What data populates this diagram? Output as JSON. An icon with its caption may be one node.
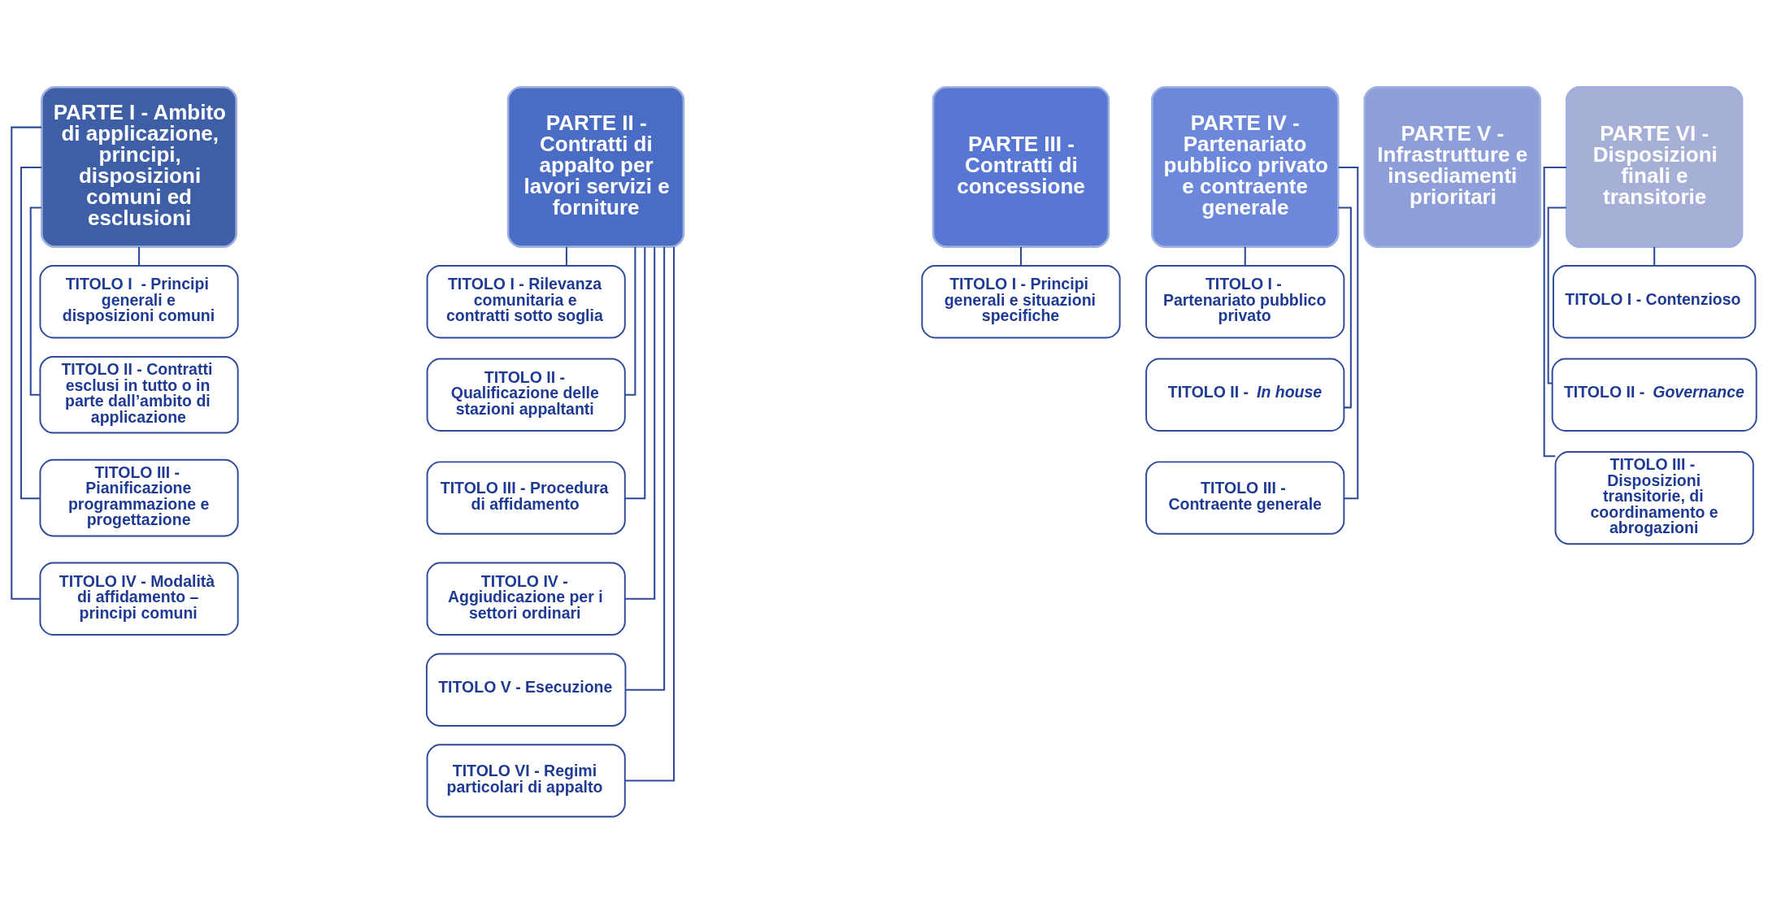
{
  "diagram": {
    "nodes": [
      {
        "text": [
          "PARTE I - Ambito di applicazione, principi, disposizioni comuni ed esclusioni"
        ]
      },
      {
        "text": [
          "TITOLO I  - Principi generali e disposizioni comuni"
        ]
      },
      {
        "text": [
          "TITOLO II - Contratti esclusi in tutto o in parte dall’ambito di applicazione"
        ]
      },
      {
        "text": [
          "TITOLO III - Pianificazione programmazione e progettazione"
        ]
      },
      {
        "text": [
          "TITOLO IV - Modalità di affidamento – principi comuni"
        ]
      },
      {
        "text": [
          "PARTE II - Contratti di appalto per lavori servizi e forniture"
        ]
      },
      {
        "text": [
          "TITOLO I - Rilevanza comunitaria e contratti sotto soglia"
        ]
      },
      {
        "text": [
          "TITOLO II - Qualificazione delle stazioni appaltanti"
        ]
      },
      {
        "text": [
          "TITOLO III - Procedura di affidamento"
        ]
      },
      {
        "text": [
          "TITOLO IV - Aggiudicazione per i settori ordinari"
        ]
      },
      {
        "text": [
          "TITOLO V - Esecuzione"
        ]
      },
      {
        "text": [
          "TITOLO VI - Regimi particolari di appalto"
        ]
      },
      {
        "text": [
          "PARTE III - Contratti di concessione"
        ]
      },
      {
        "text": [
          "TITOLO I - Principi generali e situazioni specifiche"
        ]
      },
      {
        "text": [
          "PARTE IV - Partenariato pubblico privato e contraente generale"
        ]
      },
      {
        "text": [
          "TITOLO I - Partenariato pubblico privato"
        ]
      },
      {
        "text": [
          "TITOLO II - *In house*"
        ]
      },
      {
        "text": [
          "TITOLO III - Contraente generale"
        ]
      },
      {
        "text": [
          "PARTE V - Infrastrutture e insediamenti prioritari"
        ]
      },
      {
        "text": [
          "PARTE VI - Disposizioni finali e transitorie"
        ]
      },
      {
        "text": [
          "TITOLO I - Contenzioso"
        ]
      },
      {
        "text": [
          "TITOLO II - *Governance*"
        ]
      },
      {
        "text": [
          "TITOLO III - Disposizioni transitorie, di coordinamento e abrogazioni"
        ]
      }
    ],
    "edges": [
      {
        "from": 0,
        "to": 1,
        "arrow": "none"
      },
      {
        "from": 0,
        "to": 2,
        "arrow": "none"
      },
      {
        "from": 0,
        "to": 3,
        "arrow": "none"
      },
      {
        "from": 0,
        "to": 4,
        "arrow": "none"
      },
      {
        "from": 5,
        "to": 6,
        "arrow": "none"
      },
      {
        "from": 5,
        "to": 7,
        "arrow": "none"
      },
      {
        "from": 5,
        "to": 8,
        "arrow": "none"
      },
      {
        "from": 5,
        "to": 9,
        "arrow": "none"
      },
      {
        "from": 5,
        "to": 10,
        "arrow": "none"
      },
      {
        "from": 5,
        "to": 11,
        "arrow": "none"
      },
      {
        "from": 12,
        "to": 13,
        "arrow": "none"
      },
      {
        "from": 14,
        "to": 15,
        "arrow": "none"
      },
      {
        "from": 14,
        "to": 16,
        "arrow": "none"
      },
      {
        "from": 14,
        "to": 17,
        "arrow": "none"
      },
      {
        "from": 19,
        "to": 20,
        "arrow": "none"
      },
      {
        "from": 19,
        "to": 21,
        "arrow": "none"
      },
      {
        "from": 19,
        "to": 22,
        "arrow": "none"
      }
    ]
  }
}
